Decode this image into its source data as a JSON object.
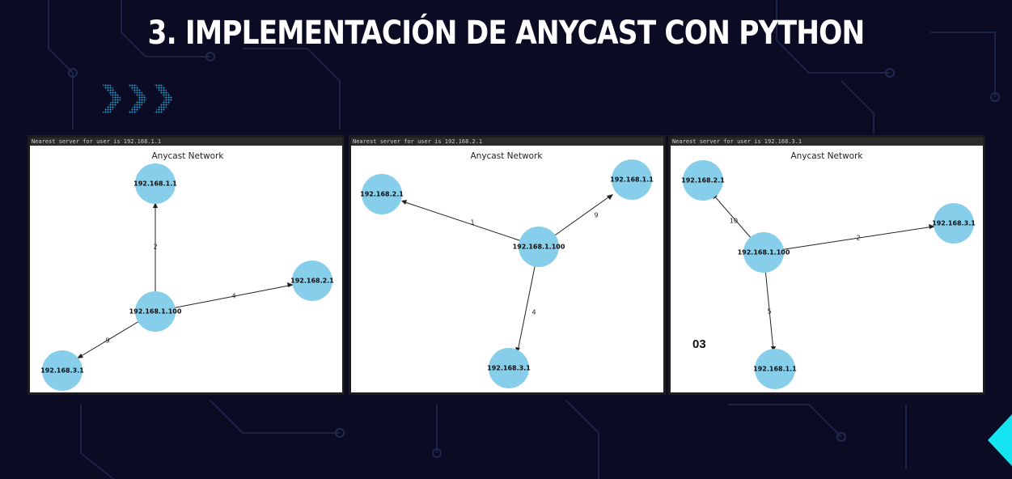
{
  "slide": {
    "title": "3. IMPLEMENTACIÓN DE ANYCAST CON PYTHON",
    "page_number": "03",
    "accent_color": "#29a7d8"
  },
  "panels": [
    {
      "status": "Nearest server for user is 192.168.1.1",
      "plot_title": "Anycast Network",
      "nodes": [
        "192.168.1.1",
        "192.168.2.1",
        "192.168.1.100",
        "192.168.3.1"
      ],
      "edges": [
        {
          "from": "192.168.1.100",
          "to": "192.168.1.1",
          "weight": "2"
        },
        {
          "from": "192.168.1.100",
          "to": "192.168.2.1",
          "weight": "4"
        },
        {
          "from": "192.168.1.100",
          "to": "192.168.3.1",
          "weight": "9"
        }
      ]
    },
    {
      "status": "Nearest server for user is 192.168.2.1",
      "plot_title": "Anycast Network",
      "nodes": [
        "192.168.2.1",
        "192.168.1.1",
        "192.168.1.100",
        "192.168.3.1"
      ],
      "edges": [
        {
          "from": "192.168.1.100",
          "to": "192.168.2.1",
          "weight": "1"
        },
        {
          "from": "192.168.1.100",
          "to": "192.168.1.1",
          "weight": "9"
        },
        {
          "from": "192.168.1.100",
          "to": "192.168.3.1",
          "weight": "4"
        }
      ]
    },
    {
      "status": "Nearest server for user is 192.168.3.1",
      "plot_title": "Anycast Network",
      "nodes": [
        "192.168.2.1",
        "192.168.3.1",
        "192.168.1.100",
        "192.168.1.1"
      ],
      "edges": [
        {
          "from": "192.168.1.100",
          "to": "192.168.2.1",
          "weight": "10"
        },
        {
          "from": "192.168.1.100",
          "to": "192.168.3.1",
          "weight": "2"
        },
        {
          "from": "192.168.1.100",
          "to": "192.168.1.1",
          "weight": "5"
        }
      ]
    }
  ]
}
